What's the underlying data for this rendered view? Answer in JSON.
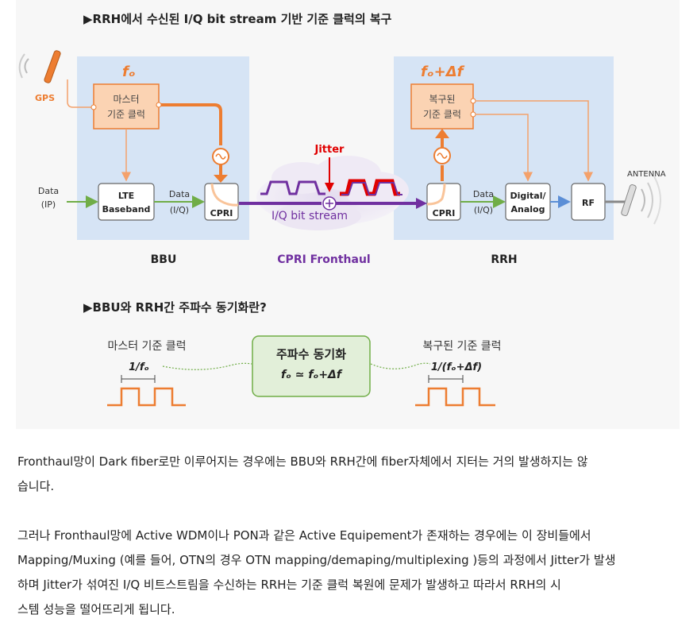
{
  "figure": {
    "title1": "▶RRH에서 수신된 I/Q bit stream 기반 기준 클럭의 복구",
    "title2": "▶BBU와 RRH간 주파수 동기화란?",
    "gps": "GPS",
    "bbu": {
      "freq": "fₒ",
      "master_clock": [
        "마스터",
        "기준 클럭"
      ],
      "baseband": [
        "LTE",
        "Baseband"
      ],
      "cpri": "CPRI",
      "data_in": [
        "Data",
        "(IP)"
      ],
      "data_iq": [
        "Data",
        "(I/Q)"
      ],
      "label": "BBU"
    },
    "fronthaul": {
      "jitter": "Jitter",
      "stream": "I/Q bit stream",
      "label": "CPRI Fronthaul"
    },
    "rrh": {
      "freq": "fₒ+Δf",
      "recovered_clock": [
        "복구된",
        "기준 클럭"
      ],
      "cpri": "CPRI",
      "data_iq": [
        "Data",
        "(I/Q)"
      ],
      "digital_analog": [
        "Digital/",
        "Analog"
      ],
      "rf": "RF",
      "antenna": "ANTENNA",
      "label": "RRH"
    },
    "sync": {
      "left_label": "마스터 기준 클럭",
      "left_period": "1/fₒ",
      "center_title": "주파수 동기화",
      "center_eq": "fₒ ≃ fₒ+Δf",
      "right_label": "복구된 기준 클럭",
      "right_period": "1/(fₒ+Δf)"
    },
    "colors": {
      "orange": "#ed7d31",
      "purple": "#7030a0",
      "red": "#e00000",
      "green": "#70ad47",
      "blue_panel": "#d6e4f5"
    }
  },
  "paragraphs": [
    [
      "Fronthaul망이 Dark fiber로만 이루어지는 경우에는 BBU와 RRH간에 fiber자체에서 지터는 거의 발생하지는 않",
      "습니다."
    ],
    [
      "그러나 Fronthaul망에 Active WDM이나 PON과 같은 Active Equipement가 존재하는 경우에는 이 장비들에서",
      "Mapping/Muxing (예를 들어, OTN의 경우 OTN mapping/demaping/multiplexing )등의 과정에서 Jitter가 발생",
      "하며 Jitter가 섞여진 I/Q 비트스트림을 수신하는  RRH는 기준 클럭 복원에 문제가 발생하고 따라서 RRH의 시",
      "스템 성능을 떨어뜨리게 됩니다."
    ]
  ]
}
